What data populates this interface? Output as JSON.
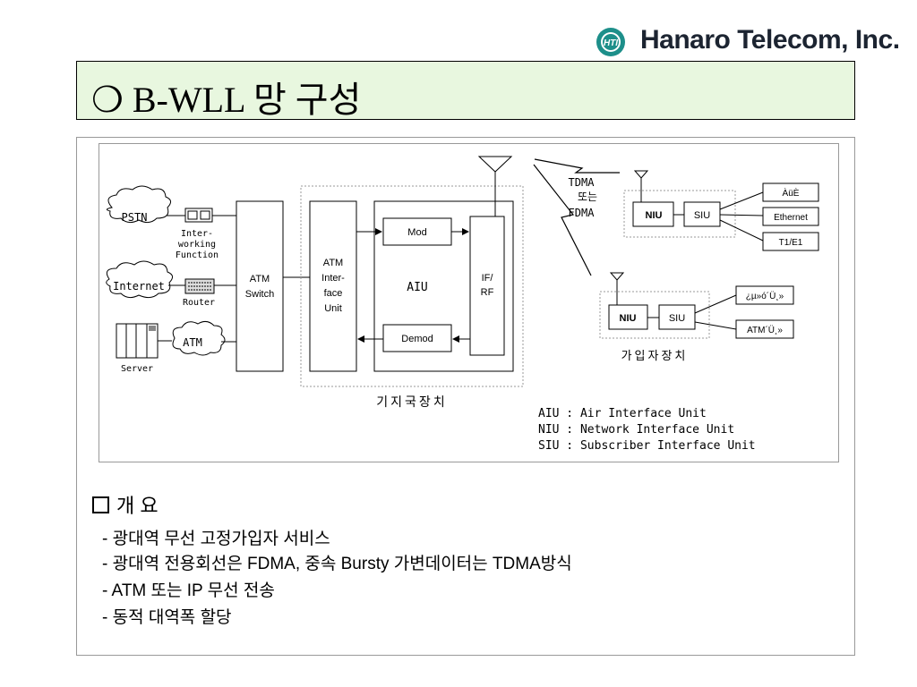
{
  "header": {
    "logo_badge": "HTI",
    "company": "Hanaro Telecom, Inc.",
    "title_bullet": "❍",
    "title": "B-WLL 망 구성"
  },
  "diagram": {
    "pstn": "PSTN",
    "internet": "Internet",
    "atm_cloud": "ATM",
    "interworking": [
      "Inter-",
      "working",
      "Function"
    ],
    "router": "Router",
    "server": "Server",
    "atm_switch": [
      "ATM",
      "Switch"
    ],
    "atm_interface": [
      "ATM",
      "Inter-",
      "face",
      "Unit"
    ],
    "mod": "Mod",
    "demod": "Demod",
    "aiu": "AIU",
    "if_rf": [
      "IF/",
      "RF"
    ],
    "tdma_fdma": [
      "TDMA",
      "또는",
      "FDMA"
    ],
    "base_station_label": "기지국장치",
    "niu": "NIU",
    "siu": "SIU",
    "subscriber_ports_1": [
      "ÀüÈ­",
      "Ethernet",
      "T1/E1"
    ],
    "subscriber_ports_2": [
      "¿µ»ó´Ü¸»",
      "ATM´Ü¸»"
    ],
    "subscriber_label": "가입자장치",
    "legend": [
      "AIU : Air Interface Unit",
      "NIU : Network Interface Unit",
      "SIU : Subscriber Interface Unit"
    ]
  },
  "overview": {
    "heading": "개 요",
    "items": [
      "- 광대역 무선 고정가입자 서비스",
      "- 광대역 전용회선은 FDMA, 중속 Bursty 가변데이터는 TDMA방식",
      "- ATM 또는 IP 무선 전송",
      "- 동적 대역폭 할당"
    ]
  }
}
